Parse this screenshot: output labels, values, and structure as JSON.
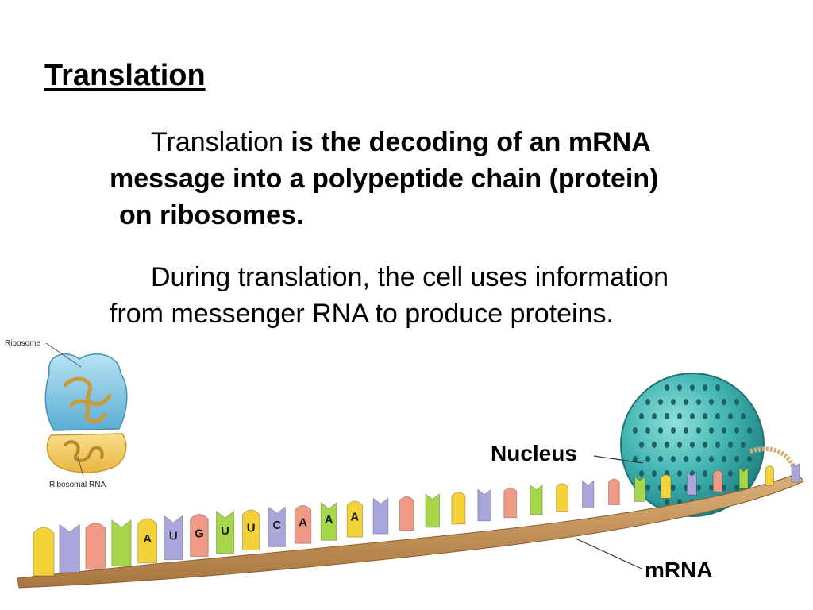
{
  "slide": {
    "title": "Translation",
    "para1": {
      "lead": "Translation",
      "bold_line1": "is the decoding of an mRNA",
      "bold_line2": "message into a polypeptide chain (protein)",
      "bold_line3": "on ribosomes."
    },
    "para2": {
      "line1": "During translation, the cell uses information",
      "line2": "from messenger RNA to produce proteins."
    }
  },
  "diagram": {
    "labels": {
      "ribosome": "Ribosome",
      "ribosomal_rna": "Ribosomal RNA",
      "nucleus": "Nucleus",
      "mrna": "mRNA"
    },
    "bases": [
      "A",
      "U",
      "G",
      "U",
      "U",
      "C",
      "A",
      "A",
      "A"
    ],
    "colors": {
      "backbone": "#c9995e",
      "nucleus": "#3fb3b0",
      "ribosome_large": "#7cc4e4",
      "ribosome_small": "#f2c85e",
      "base_yellow": "#f3d23a",
      "base_purple": "#a9a6dc",
      "base_pink": "#ee9a86",
      "base_green": "#a6d64a"
    }
  }
}
